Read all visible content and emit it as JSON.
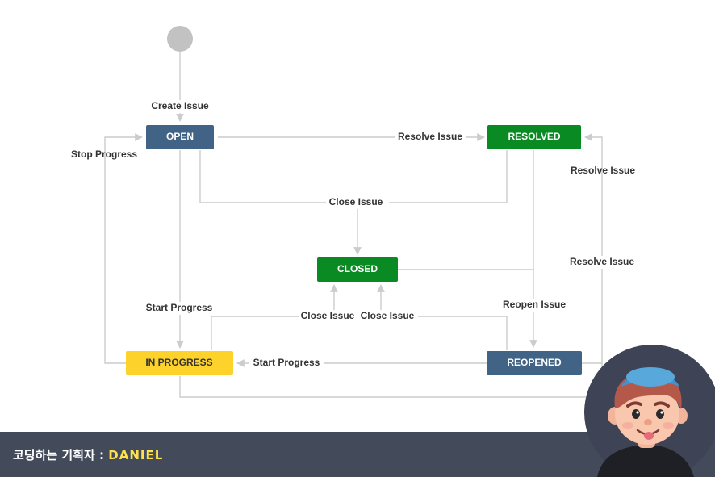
{
  "states": {
    "open": {
      "label": "OPEN",
      "color": "#416486",
      "text_color": "#ffffff"
    },
    "resolved": {
      "label": "RESOLVED",
      "color": "#0a8a22",
      "text_color": "#ffffff"
    },
    "closed": {
      "label": "CLOSED",
      "color": "#0a8a22",
      "text_color": "#ffffff"
    },
    "in_progress": {
      "label": "IN PROGRESS",
      "color": "#fdd22b",
      "text_color": "#333333"
    },
    "reopened": {
      "label": "REOPENED",
      "color": "#416486",
      "text_color": "#ffffff"
    }
  },
  "transitions": {
    "create_issue": "Create Issue",
    "resolve_open": "Resolve Issue",
    "stop_progress": "Stop Progress",
    "close_issue_top": "Close Issue",
    "resolve_right_upper": "Resolve Issue",
    "resolve_right_lower": "Resolve Issue",
    "start_progress_open": "Start Progress",
    "close_issue_from_progress": "Close Issue",
    "close_issue_from_reopened": "Close Issue",
    "reopen_issue": "Reopen Issue",
    "start_progress_reopened": "Start Progress"
  },
  "footer": {
    "prefix": "코딩하는 기획자 : ",
    "brand": "DANIEL"
  },
  "colors": {
    "edge": "#cccccc",
    "start_node": "#c2c2c2",
    "footer_bg": "#434a5a",
    "brand": "#ffe14d"
  }
}
